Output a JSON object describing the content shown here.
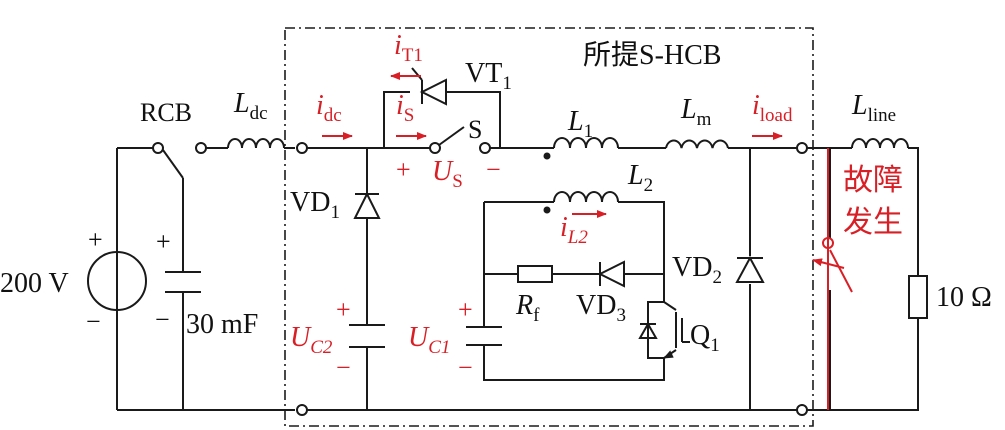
{
  "labels": {
    "hcb_title": "所提S-HCB",
    "rcb": "RCB",
    "ldc": "L",
    "ldc_sub": "dc",
    "idc": "i",
    "idc_sub": "dc",
    "it1": "i",
    "it1_sub": "T1",
    "is": "i",
    "is_sub": "S",
    "vt1": "VT",
    "vt1_sub": "1",
    "s": "S",
    "us_plus": "+",
    "us": "U",
    "us_sub": "S",
    "us_minus": "−",
    "l1": "L",
    "l1_sub": "1",
    "l2": "L",
    "l2_sub": "2",
    "il2": "i",
    "il2_sub": "L2",
    "lm": "L",
    "lm_sub": "m",
    "iload": "i",
    "iload_sub": "load",
    "lline": "L",
    "lline_sub": "line",
    "fault1": "故障",
    "fault2": "发生",
    "vd1": "VD",
    "vd1_sub": "1",
    "vd2": "VD",
    "vd2_sub": "2",
    "vd3": "VD",
    "vd3_sub": "3",
    "rf": "R",
    "rf_sub": "f",
    "q1": "Q",
    "q1_sub": "1",
    "uc2": "U",
    "uc2_sub": "C2",
    "uc1": "U",
    "uc1_sub": "C1",
    "src_plus": "+",
    "src_minus": "−",
    "src_value": "200 V",
    "cap_plus": "+",
    "cap_minus": "−",
    "cap_value": "30 mF",
    "c2_plus": "+",
    "c2_minus": "−",
    "c1_plus": "+",
    "c1_minus": "−",
    "load_value": "10 Ω"
  },
  "colors": {
    "wire": "#1a1a1a",
    "highlight": "#d91f26"
  }
}
